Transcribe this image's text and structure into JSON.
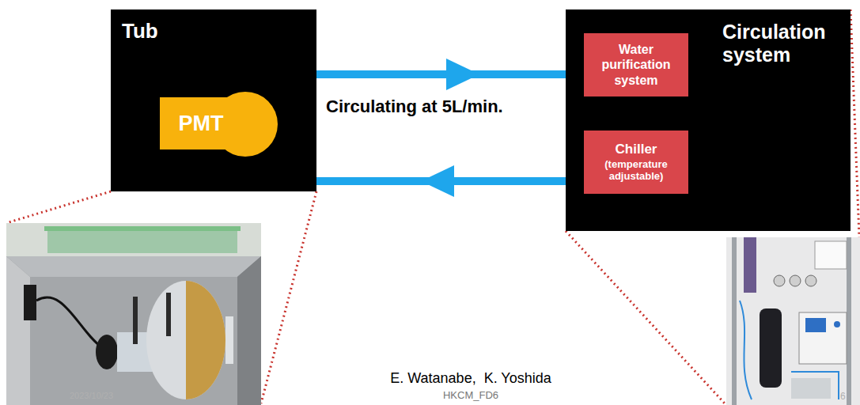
{
  "diagram": {
    "nodes": [
      {
        "text": [
          "Tub"
        ]
      },
      {
        "text": [
          "PMT"
        ],
        "in": 0
      },
      {
        "text": [
          "Circulation system"
        ]
      },
      {
        "text": [
          "Water purification system"
        ],
        "in": 2
      },
      {
        "text": [
          "Chiller",
          "(temperature adjustable)"
        ],
        "in": 2
      }
    ],
    "edges": [
      {
        "from": 0,
        "to": 3,
        "arrow": "to"
      },
      {
        "from": 4,
        "to": 0,
        "arrow": "to"
      },
      {
        "from": 3,
        "to": 4,
        "arrow": "none"
      }
    ],
    "labels": [
      "Circulating at 5L/min.",
      "E. Watanabe,  K. Yoshida",
      "HKCM_FD6",
      "2023/10/23",
      "6"
    ]
  }
}
